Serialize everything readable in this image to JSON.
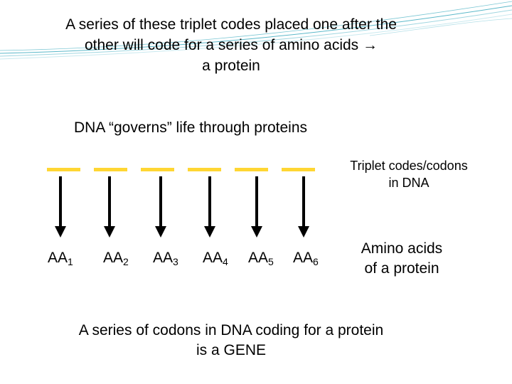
{
  "title": {
    "line1": "A series of these triplet codes placed one after the",
    "line2": "other will code for a series of amino acids →",
    "line3": "a protein"
  },
  "subtitle": "DNA “governs” life through proteins",
  "codon_label": {
    "line1": "Triplet codes/codons",
    "line2": "in DNA"
  },
  "codons": [
    "",
    "",
    "",
    "",
    "",
    ""
  ],
  "amino_acids": [
    {
      "base": "AA",
      "sub": "1"
    },
    {
      "base": "AA",
      "sub": "2"
    },
    {
      "base": "AA",
      "sub": "3"
    },
    {
      "base": "AA",
      "sub": "4"
    },
    {
      "base": "AA",
      "sub": "5"
    },
    {
      "base": "AA",
      "sub": "6"
    }
  ],
  "amino_label": {
    "line1": "Amino acids",
    "line2": "of a protein"
  },
  "gene": {
    "line1": "A series of codons in DNA coding for a protein",
    "line2": "is a GENE"
  },
  "colors": {
    "codon": "#ffd633",
    "arrow": "#000000",
    "decor_lines": "#5bb8c9"
  }
}
